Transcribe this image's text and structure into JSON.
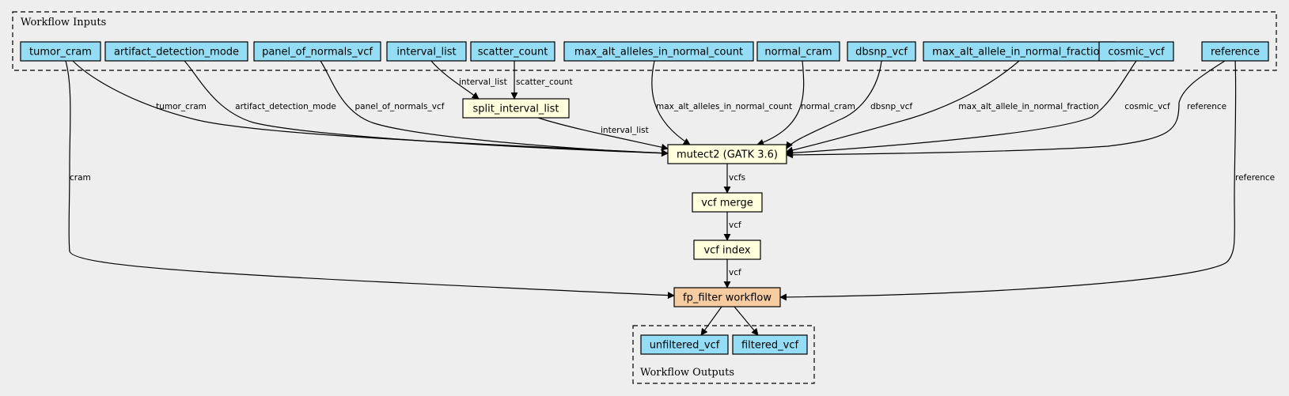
{
  "clusters": {
    "inputs": {
      "label": "Workflow Inputs"
    },
    "outputs": {
      "label": "Workflow Outputs"
    }
  },
  "colors": {
    "io_node": "#94ddf4",
    "step_node": "#ffffdd",
    "subworkflow_node": "#f6cca0",
    "edge": "#000000"
  },
  "nodes": {
    "tumor_cram": {
      "label": "tumor_cram",
      "kind": "input"
    },
    "artifact_detection_mode": {
      "label": "artifact_detection_mode",
      "kind": "input"
    },
    "panel_of_normals_vcf": {
      "label": "panel_of_normals_vcf",
      "kind": "input"
    },
    "interval_list": {
      "label": "interval_list",
      "kind": "input"
    },
    "scatter_count": {
      "label": "scatter_count",
      "kind": "input"
    },
    "max_alt_alleles_in_normal_count": {
      "label": "max_alt_alleles_in_normal_count",
      "kind": "input"
    },
    "normal_cram": {
      "label": "normal_cram",
      "kind": "input"
    },
    "dbsnp_vcf": {
      "label": "dbsnp_vcf",
      "kind": "input"
    },
    "max_alt_allele_in_normal_fraction": {
      "label": "max_alt_allele_in_normal_fraction",
      "kind": "input"
    },
    "cosmic_vcf": {
      "label": "cosmic_vcf",
      "kind": "input"
    },
    "reference": {
      "label": "reference",
      "kind": "input"
    },
    "split_interval_list": {
      "label": "split_interval_list",
      "kind": "step"
    },
    "mutect2": {
      "label": "mutect2 (GATK 3.6)",
      "kind": "step"
    },
    "vcf_merge": {
      "label": "vcf merge",
      "kind": "step"
    },
    "vcf_index": {
      "label": "vcf index",
      "kind": "step"
    },
    "fp_filter": {
      "label": "fp_filter workflow",
      "kind": "subworkflow"
    },
    "unfiltered_vcf": {
      "label": "unfiltered_vcf",
      "kind": "output"
    },
    "filtered_vcf": {
      "label": "filtered_vcf",
      "kind": "output"
    }
  },
  "edges": [
    {
      "from": "tumor_cram",
      "to": "mutect2",
      "label": "tumor_cram"
    },
    {
      "from": "artifact_detection_mode",
      "to": "mutect2",
      "label": "artifact_detection_mode"
    },
    {
      "from": "panel_of_normals_vcf",
      "to": "mutect2",
      "label": "panel_of_normals_vcf"
    },
    {
      "from": "interval_list",
      "to": "split_interval_list",
      "label": "interval_list"
    },
    {
      "from": "scatter_count",
      "to": "split_interval_list",
      "label": "scatter_count"
    },
    {
      "from": "split_interval_list",
      "to": "mutect2",
      "label": "interval_list"
    },
    {
      "from": "max_alt_alleles_in_normal_count",
      "to": "mutect2",
      "label": "max_alt_alleles_in_normal_count"
    },
    {
      "from": "normal_cram",
      "to": "mutect2",
      "label": "normal_cram"
    },
    {
      "from": "dbsnp_vcf",
      "to": "mutect2",
      "label": "dbsnp_vcf"
    },
    {
      "from": "max_alt_allele_in_normal_fraction",
      "to": "mutect2",
      "label": "max_alt_allele_in_normal_fraction"
    },
    {
      "from": "cosmic_vcf",
      "to": "mutect2",
      "label": "cosmic_vcf"
    },
    {
      "from": "reference",
      "to": "mutect2",
      "label": "reference"
    },
    {
      "from": "mutect2",
      "to": "vcf_merge",
      "label": "vcfs"
    },
    {
      "from": "vcf_merge",
      "to": "vcf_index",
      "label": "vcf"
    },
    {
      "from": "vcf_index",
      "to": "fp_filter",
      "label": "vcf"
    },
    {
      "from": "tumor_cram",
      "to": "fp_filter",
      "label": "cram"
    },
    {
      "from": "reference",
      "to": "fp_filter",
      "label": "reference"
    },
    {
      "from": "fp_filter",
      "to": "unfiltered_vcf",
      "label": ""
    },
    {
      "from": "fp_filter",
      "to": "filtered_vcf",
      "label": ""
    }
  ]
}
